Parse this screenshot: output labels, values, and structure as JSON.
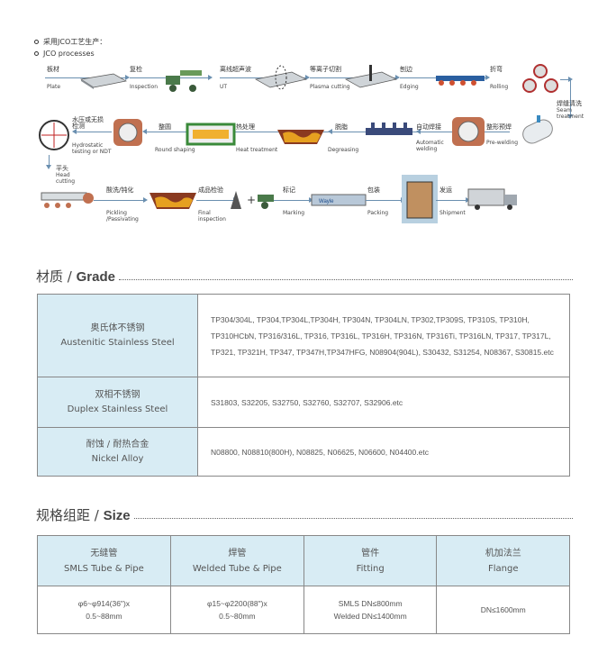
{
  "intro": {
    "line1": "采用JCO工艺生产：",
    "line2": "JCO processes"
  },
  "process": [
    {
      "cn": "板材",
      "en": "Plate"
    },
    {
      "cn": "复检",
      "en": "Inspection"
    },
    {
      "cn": "离线超声波",
      "en": "UT"
    },
    {
      "cn": "等离子切割",
      "en": "Plasma cutting"
    },
    {
      "cn": "刨边",
      "en": "Edging"
    },
    {
      "cn": "折弯",
      "en": "Rolling"
    },
    {
      "cn": "焊缝清洗",
      "en": "Seam treatment"
    },
    {
      "cn": "整形预焊",
      "en": "Pre-welding"
    },
    {
      "cn": "自动焊接",
      "en": "Automatic welding"
    },
    {
      "cn": "脱脂",
      "en": "Degreasing"
    },
    {
      "cn": "热处理",
      "en": "Heat treatment"
    },
    {
      "cn": "整圆",
      "en": "Round shaping"
    },
    {
      "cn": "水压或无损检测",
      "en": "Hydrostatic testing or NDT"
    },
    {
      "cn": "平头",
      "en": "Head cutting"
    },
    {
      "cn": "酸洗/钝化",
      "en": "Pickling /Passivating"
    },
    {
      "cn": "成品检验",
      "en": "Final inspection"
    },
    {
      "cn": "标记",
      "en": "Marking"
    },
    {
      "cn": "包装",
      "en": "Packing"
    },
    {
      "cn": "发运",
      "en": "Shipment"
    }
  ],
  "marking_label": "Wayle",
  "grade": {
    "title_cn": "材质 / ",
    "title_en": "Grade",
    "rows": [
      {
        "cn": "奥氏体不锈钢",
        "en": "Austenitic Stainless Steel",
        "value": "TP304/304L, TP304,TP304L,TP304H, TP304N, TP304LN, TP302,TP309S, TP310S, TP310H, TP310HCbN, TP316/316L, TP316, TP316L, TP316H, TP316N, TP316Ti, TP316LN, TP317, TP317L, TP321, TP321H, TP347, TP347H,TP347HFG,  N08904(904L),  S30432, S31254, N08367, S30815.etc"
      },
      {
        "cn": "双相不锈钢",
        "en": "Duplex Stainless Steel",
        "value": "S31803, S32205, S32750, S32760, S32707, S32906.etc"
      },
      {
        "cn": "耐蚀 / 耐热合金",
        "en": "Nickel Alloy",
        "value": "N08800, N08810(800H), N08825, N06625, N06600, N04400.etc"
      }
    ]
  },
  "size": {
    "title_cn": "规格组距 / ",
    "title_en": "Size",
    "headers": [
      {
        "cn": "无缝管",
        "en": "SMLS Tube & Pipe"
      },
      {
        "cn": "焊管",
        "en": "Welded Tube & Pipe"
      },
      {
        "cn": "管件",
        "en": "Fitting"
      },
      {
        "cn": "机加法兰",
        "en": "Flange"
      }
    ],
    "cells": [
      {
        "l1": "φ6~φ914(36\")x",
        "l2": "0.5~88mm"
      },
      {
        "l1": "φ15~φ2200(88\")x",
        "l2": "0.5~80mm"
      },
      {
        "l1": "SMLS   DN≤800mm",
        "l2": "Welded   DN≤1400mm"
      },
      {
        "l1": "DN≤1600mm",
        "l2": ""
      }
    ]
  }
}
